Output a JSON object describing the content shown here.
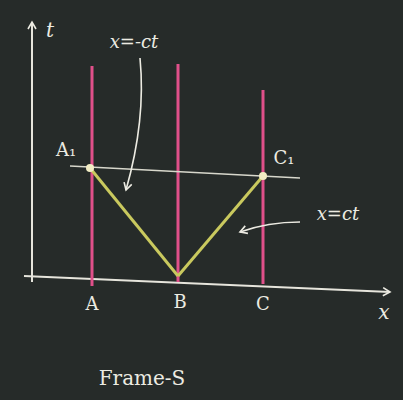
{
  "diagram": {
    "caption": "Frame-S",
    "labels": [
      "t",
      "x=-ct",
      "A₁",
      "C₁",
      "x=ct",
      "x",
      "A",
      "B",
      "C"
    ]
  }
}
